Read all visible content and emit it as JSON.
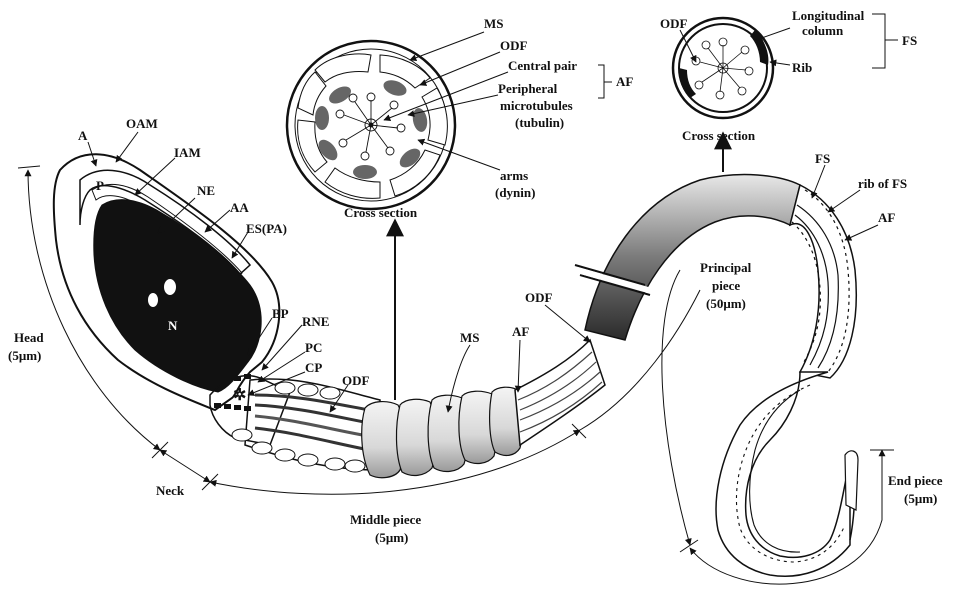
{
  "labels": {
    "ms_top": "MS",
    "odf_top": "ODF",
    "central_pair": "Central pair",
    "peripheral": "Peripheral",
    "microtubules": "microtubules",
    "tubulin": "(tubulin)",
    "af_top": "AF",
    "arms": "arms",
    "dynin": "(dynin)",
    "cross_section_left": "Cross section",
    "odf_right": "ODF",
    "longitudinal": "Longitudinal",
    "column": "column",
    "rib_right": "Rib",
    "fs_right": "FS",
    "cross_section_right": "Cross section",
    "a": "A",
    "oam": "OAM",
    "iam": "IAM",
    "p": "P",
    "ne": "NE",
    "aa": "AA",
    "es_pa": "ES(PA)",
    "n": "N",
    "bp": "BP",
    "rne": "RNE",
    "pc": "PC",
    "cp": "CP",
    "odf_mid": "ODF",
    "ms_mid": "MS",
    "af_mid": "AF",
    "odf_pp": "ODF",
    "fs_pp": "FS",
    "rib_of_fs": "rib of FS",
    "af_pp": "AF",
    "head": "Head",
    "head_len": "(5μm)",
    "neck": "Neck",
    "middle_piece": "Middle piece",
    "middle_len": "(5μm)",
    "principal": "Principal",
    "piece": "piece",
    "principal_len": "(50μm)",
    "end_piece": "End piece",
    "end_len": "(5μm)"
  }
}
